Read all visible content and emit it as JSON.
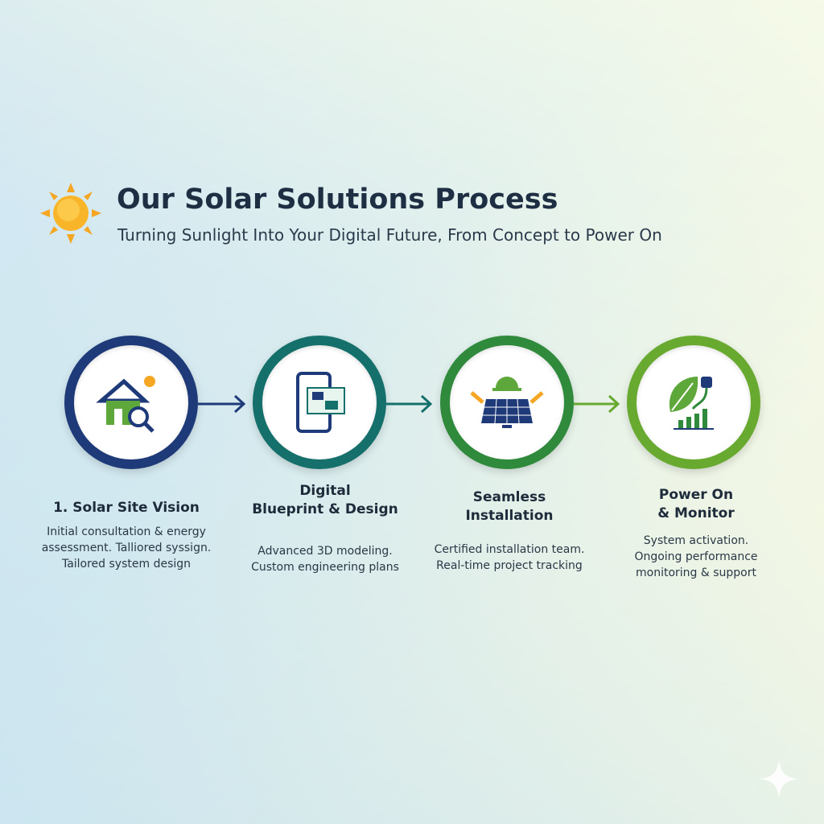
{
  "header": {
    "title": "Our Solar Solutions Process",
    "subtitle": "Turning Sunlight Into Your Digital Future, From Concept to Power On"
  },
  "steps": [
    {
      "title1": "1. Solar Site Vision",
      "title2": "",
      "desc": [
        "Initial consultation & energy",
        "assessment. Talliored syssign.",
        "Tailored system design"
      ],
      "icon": "house-search-icon",
      "color": "#1f3a78"
    },
    {
      "title1": "Digital",
      "title2": "Blueprint & Design",
      "desc": [
        "Advanced 3D modeling.",
        "Custom engineering plans"
      ],
      "icon": "tablet-blueprint-icon",
      "color": "#15706c"
    },
    {
      "title1": "Seamless",
      "title2": "Installation",
      "desc": [
        "Certified installation team.",
        "Real-time project tracking"
      ],
      "icon": "hardhat-solar-panel-icon",
      "color": "#2f8a3c"
    },
    {
      "title1": "Power On",
      "title2": "& Monitor",
      "desc": [
        "System activation.",
        "Ongoing performance",
        "monitoring & support"
      ],
      "icon": "leaf-plug-chart-icon",
      "color": "#68a92f"
    }
  ]
}
